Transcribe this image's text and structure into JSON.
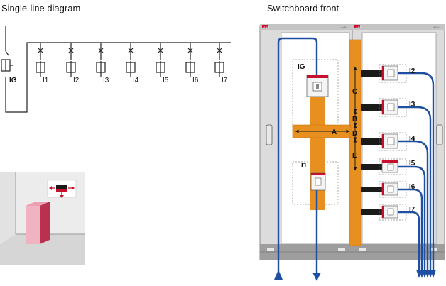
{
  "headings": {
    "single_line": "Single-line diagram",
    "switchboard": "Switchboard front"
  },
  "single_line": {
    "incomer_label": "IG",
    "feeder_labels": [
      "I1",
      "I2",
      "I3",
      "I4",
      "I5",
      "I6",
      "I7"
    ]
  },
  "panel": {
    "badge_left_1": "ABB",
    "badge_left_2": "ArTu",
    "badge_right_1": "ABB",
    "badge_right_2": "ArTu",
    "incomer_label": "IG",
    "outgoing_left": "I1",
    "outgoing_right": [
      "I2",
      "I3",
      "I4",
      "I5",
      "I6",
      "I7"
    ],
    "dimension_labels": {
      "A": "A",
      "B": "B",
      "C": "C",
      "D": "D",
      "E": "E"
    }
  },
  "colors": {
    "busbar": "#e8901f",
    "cable": "#1f4fa0",
    "breaker_red": "#c8102e",
    "panel_gray": "#d8d8d8",
    "enclosure_pink": "#d9607a"
  }
}
